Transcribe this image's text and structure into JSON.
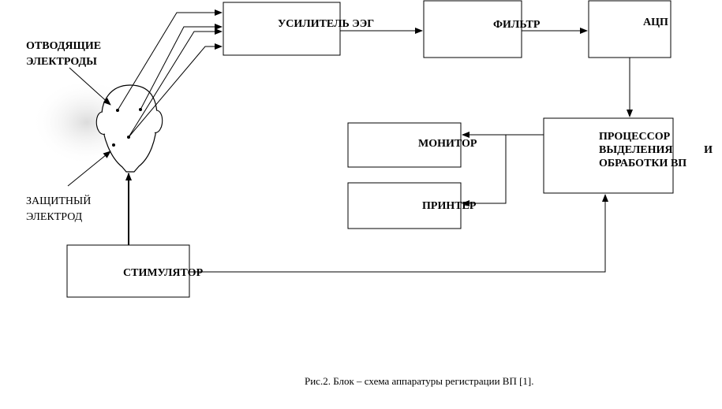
{
  "blocks": {
    "amplifier": "УСИЛИТЕЛЬ ЭЭГ",
    "filter": "ФИЛЬТР",
    "adc": "АЦП",
    "processor_line1": "ПРОЦЕССОР",
    "processor_line2a": "ВЫДЕЛЕНИЯ",
    "processor_line2b": "И",
    "processor_line3": "ОБРАБОТКИ ВП",
    "monitor": "МОНИТОР",
    "printer": "ПРИНТЕР",
    "stimulator": "СТИМУЛЯТОР"
  },
  "labels": {
    "recording_electrodes_line1": "ОТВОДЯЩИЕ",
    "recording_electrodes_line2": "ЭЛЕКТРОДЫ",
    "ground_electrode_line1": "ЗАЩИТНЫЙ",
    "ground_electrode_line2": "ЭЛЕКТРОД"
  },
  "caption": "Рис.2. Блок – схема аппаратуры регистрации ВП [1].",
  "colors": {
    "stroke": "#000000",
    "head_shadow": "#e6e6e6"
  }
}
